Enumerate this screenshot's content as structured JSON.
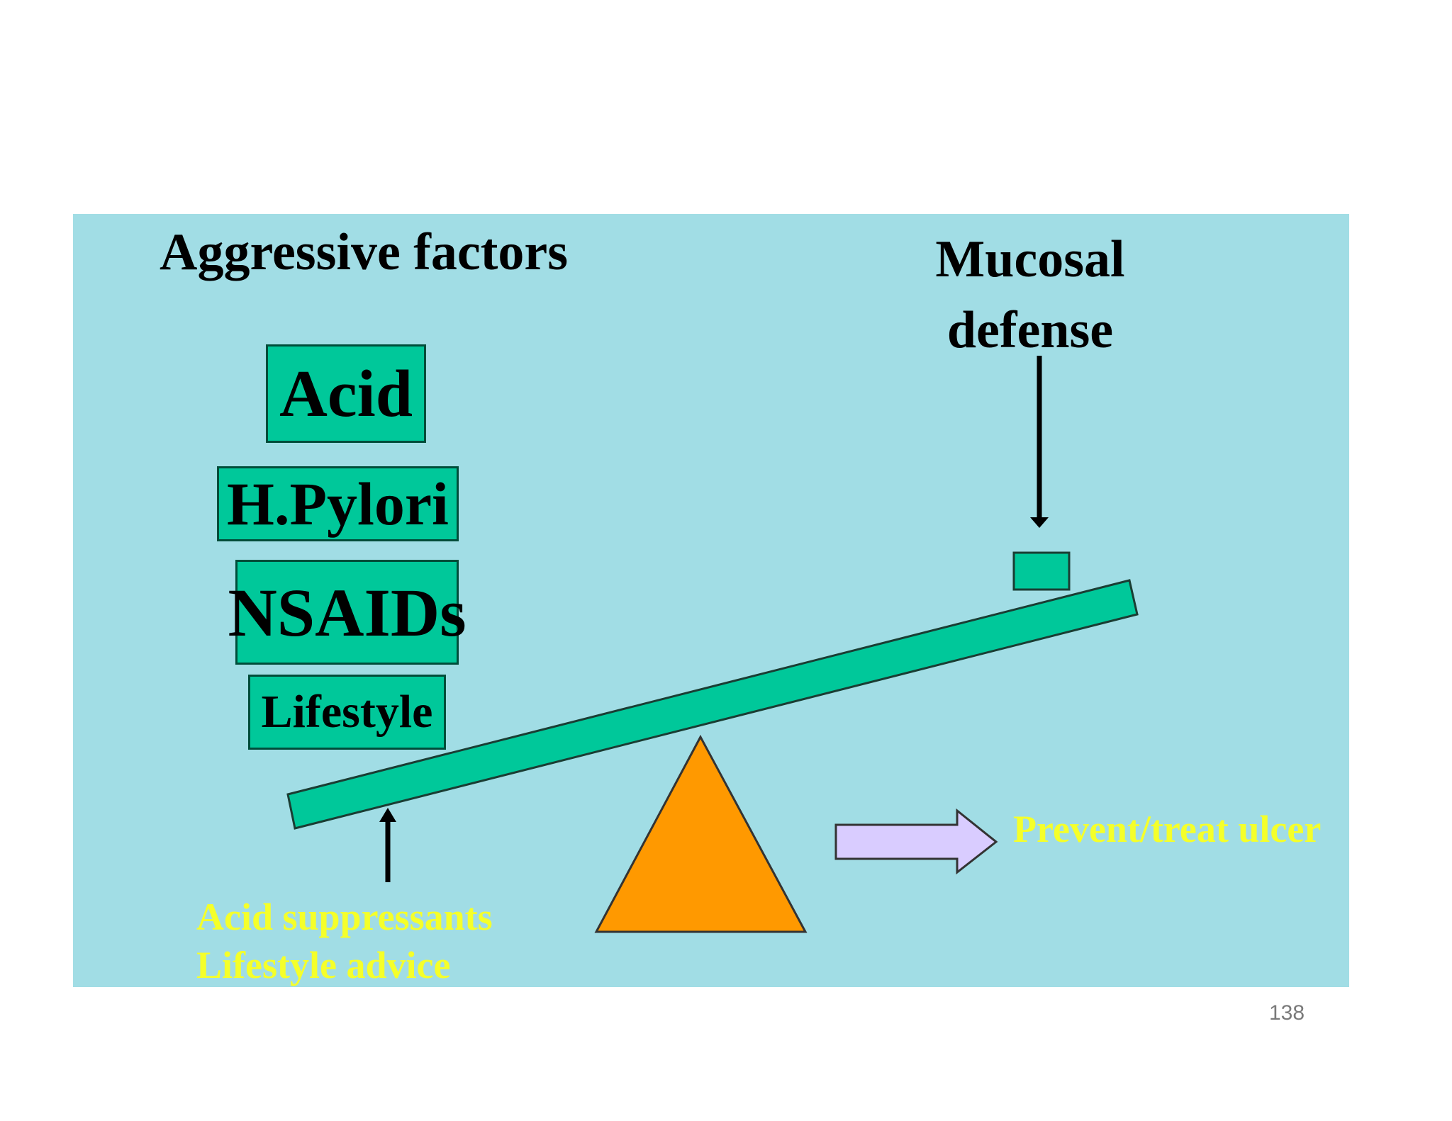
{
  "slide": {
    "aggressive_title": "Aggressive factors",
    "defense_title": "Mucosal defense",
    "factors": [
      "Acid",
      "H.Pylori",
      "NSAIDs",
      "Lifestyle"
    ],
    "remedies": [
      "Acid suppressants",
      "Lifestyle advice"
    ],
    "outcome": "Prevent/treat ulcer",
    "page_number": "138"
  },
  "colors": {
    "slide_background": "#a1dde5",
    "beam_fill": "#00c89a",
    "fulcrum_fill": "#ff9900",
    "outcome_arrow_fill": "#d9ccff",
    "yellow_text": "#f5ff2a"
  },
  "icons": {
    "defense_arrow": "arrow-down-icon",
    "remedy_arrow": "arrow-up-icon",
    "outcome_arrow": "block-arrow-right-icon"
  }
}
